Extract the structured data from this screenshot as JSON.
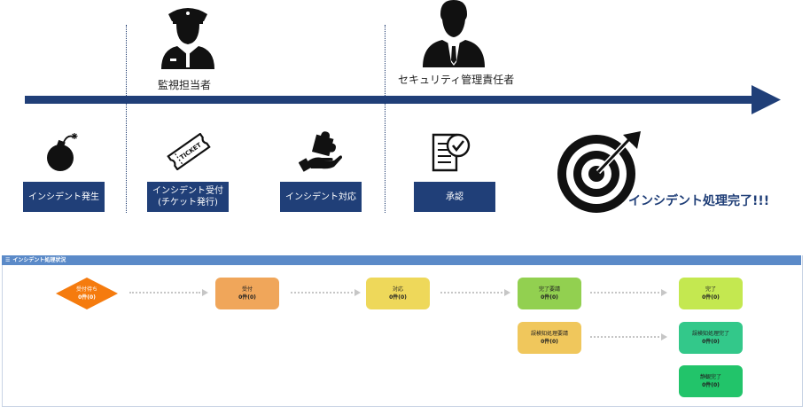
{
  "roles": {
    "monitor": "監視担当者",
    "security": "セキュリティ管理責任者"
  },
  "steps": [
    {
      "label": "インシデント発生"
    },
    {
      "label": "インシデント受付\n(チケット発行)"
    },
    {
      "label": "インシデント対応"
    },
    {
      "label": "承認"
    }
  ],
  "goal": "インシデント処理完了!!!",
  "icons": {
    "monitor": "security-guard-icon",
    "security": "businessman-icon",
    "occur": "bomb-icon",
    "ticket": "ticket-icon",
    "handle": "hand-with-puzzle-icon",
    "approve": "checklist-approval-icon",
    "goal": "target-bullseye-icon"
  },
  "colors": {
    "arrow": "#203f78",
    "step_box": "#203f78",
    "panel_header": "#5b8ac8",
    "waiting": "#f57b0e",
    "received": "#f0a65a",
    "handling": "#eed85a",
    "completion_request": "#92d050",
    "complete": "#c4e850",
    "false_positive_request": "#f0c75c",
    "false_positive_done": "#33c88a",
    "static_done": "#22c46a"
  },
  "panel": {
    "title": "インシデント処理状況",
    "nodes": {
      "waiting": {
        "label": "受付待ち",
        "count": "0件(0)"
      },
      "received": {
        "label": "受付",
        "count": "0件(0)"
      },
      "handling": {
        "label": "対応",
        "count": "0件(0)"
      },
      "completion_request": {
        "label": "完了要請",
        "count": "0件(0)"
      },
      "complete": {
        "label": "完了",
        "count": "0件(0)"
      },
      "false_positive_request": {
        "label": "誤検知処理要請",
        "count": "0件(0)"
      },
      "false_positive_done": {
        "label": "誤検知処理完了",
        "count": "0件(0)"
      },
      "static_done": {
        "label": "静観完了",
        "count": "0件(0)"
      }
    }
  }
}
